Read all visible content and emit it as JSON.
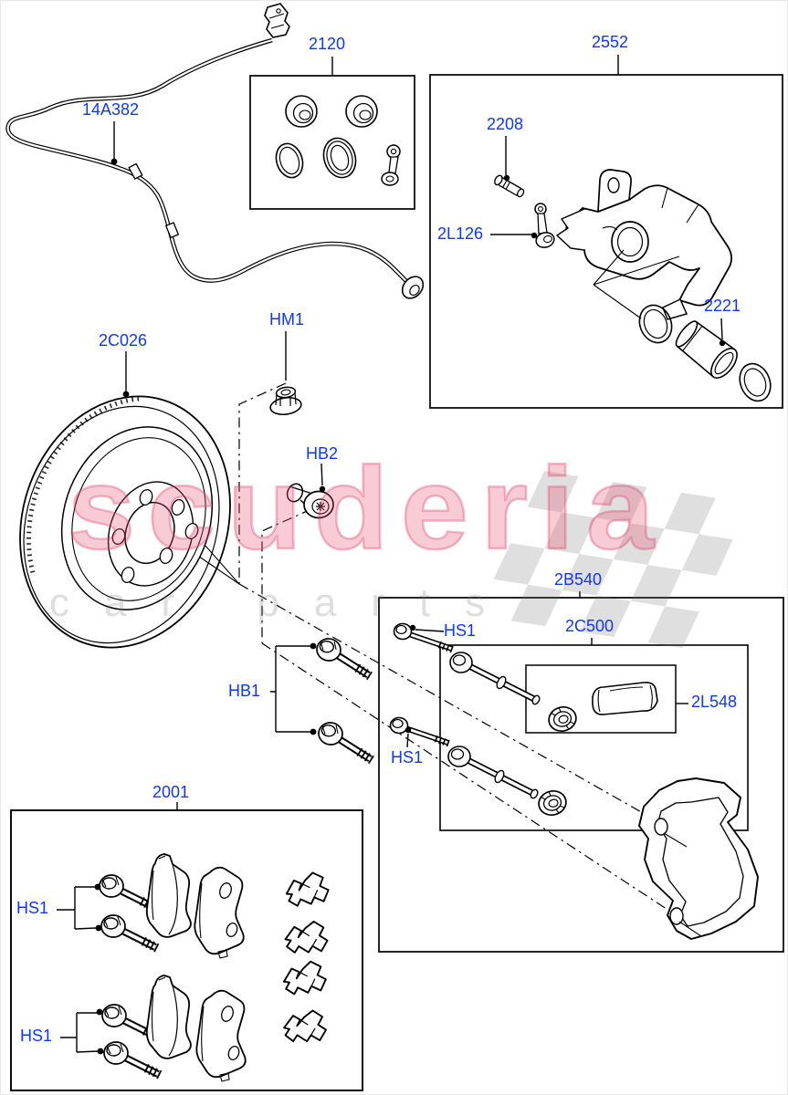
{
  "watermark": {
    "brand": "scuderia",
    "tagline": "car parts"
  },
  "callouts": {
    "sensor_wire": "14A382",
    "repair_kit_box": "2120",
    "caliper_box": "2552",
    "bleed_screw": "2208",
    "pin_bracket": "2L126",
    "piston": "2221",
    "hub_nut": "HM1",
    "brake_disc": "2C026",
    "disc_screw": "HB2",
    "guide_kit_box": "2B540",
    "pin_kit_box": "2C500",
    "grease_sachet": "2L548",
    "guide_bolts": "HB1",
    "hs1_bolt_top": "HS1",
    "hs1_bolt_mid": "HS1",
    "pad_kit_box": "2001",
    "hs1_pads_upper": "HS1",
    "hs1_pads_lower": "HS1"
  },
  "colors": {
    "callout_blue": "#1238e8",
    "line_black": "#000000",
    "watermark_pink": "#e75476",
    "watermark_gray": "#e2e2e2",
    "flag_gray": "#dcdcdc",
    "background": "#ffffff"
  }
}
